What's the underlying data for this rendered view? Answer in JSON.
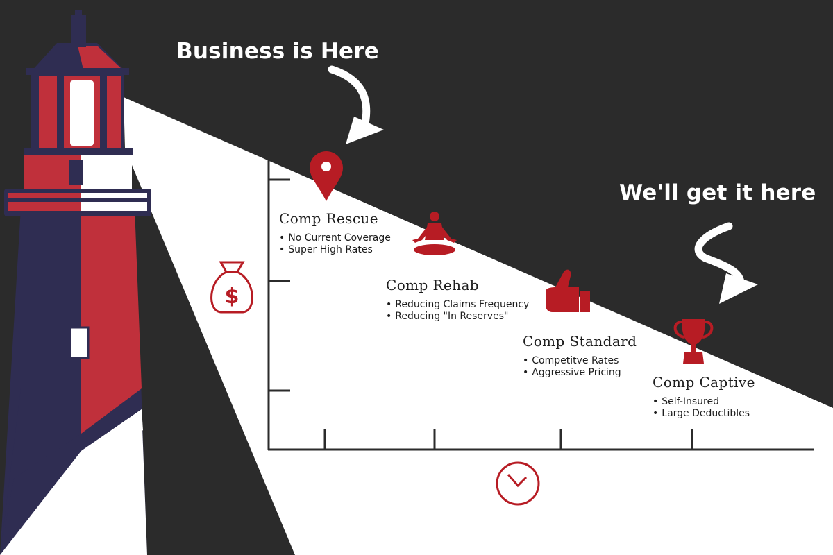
{
  "colors": {
    "background": "#2b2b2b",
    "beam": "#ffffff",
    "lighthouse_red": "#c0303b",
    "lighthouse_navy": "#2f2d52",
    "lighthouse_white": "#ffffff",
    "accent_red": "#b71c24",
    "axis": "#2b2b2b"
  },
  "headlines": {
    "start": "Business is Here",
    "end": "We'll get it here"
  },
  "stages": [
    {
      "title": "Comp Rescue",
      "bullets": [
        "No Current Coverage",
        "Super High Rates"
      ],
      "icon": "location-pin-icon"
    },
    {
      "title": "Comp Rehab",
      "bullets": [
        "Reducing Claims Frequency",
        "Reducing \"In Reserves\""
      ],
      "icon": "meditation-icon"
    },
    {
      "title": "Comp Standard",
      "bullets": [
        "Competitve Rates",
        "Aggressive Pricing"
      ],
      "icon": "thumbs-up-icon"
    },
    {
      "title": "Comp Captive",
      "bullets": [
        "Self-Insured",
        "Large Deductibles"
      ],
      "icon": "trophy-icon"
    }
  ],
  "axes": {
    "y_icon": "money-bag-icon",
    "x_icon": "clock-icon"
  }
}
